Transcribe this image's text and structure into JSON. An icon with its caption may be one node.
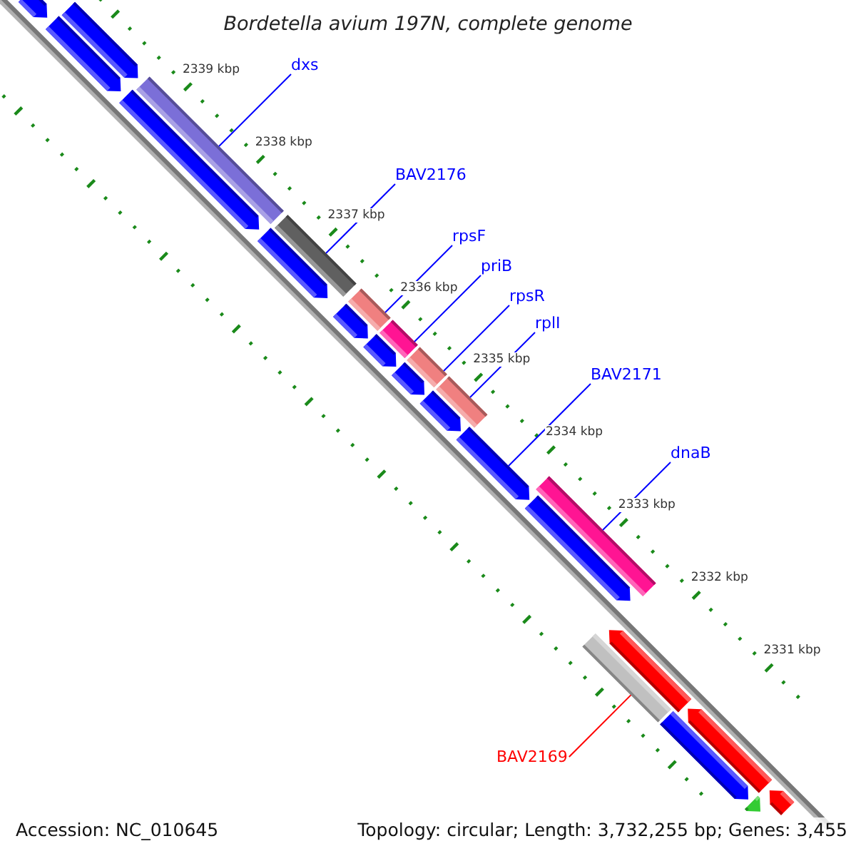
{
  "diagram": {
    "title": "Bordetella avium 197N, complete genome",
    "nodes": [
      {
        "text": [
          "dxs"
        ]
      },
      {
        "text": [
          "BAV2176"
        ]
      },
      {
        "text": [
          "rpsF"
        ]
      },
      {
        "text": [
          "priB"
        ]
      },
      {
        "text": [
          "rpsR"
        ]
      },
      {
        "text": [
          "rplI"
        ]
      },
      {
        "text": [
          "BAV2171"
        ]
      },
      {
        "text": [
          "dnaB"
        ]
      },
      {
        "text": [
          "BAV2169"
        ]
      },
      {
        "text": [],
        "shape": "arrow"
      },
      {
        "text": [],
        "shape": "arrow"
      },
      {
        "text": [],
        "shape": "arrow"
      },
      {
        "text": [],
        "shape": "arrow"
      },
      {
        "text": [],
        "shape": "bar"
      },
      {
        "text": [],
        "shape": "arrow"
      },
      {
        "text": [],
        "shape": "bar"
      },
      {
        "text": [],
        "shape": "arrow"
      },
      {
        "text": [],
        "shape": "bar"
      },
      {
        "text": [],
        "shape": "arrow"
      },
      {
        "text": [],
        "shape": "bar"
      },
      {
        "text": [],
        "shape": "arrow"
      },
      {
        "text": [],
        "shape": "bar"
      },
      {
        "text": [],
        "shape": "arrow"
      },
      {
        "text": [],
        "shape": "bar"
      },
      {
        "text": [],
        "shape": "arrow"
      },
      {
        "text": [],
        "shape": "bar"
      },
      {
        "text": [],
        "shape": "arrow"
      },
      {
        "text": [],
        "shape": "bar"
      },
      {
        "text": [],
        "shape": "arrow"
      },
      {
        "text": [],
        "shape": "arrow"
      },
      {
        "text": [],
        "shape": "arrow"
      },
      {
        "text": [],
        "shape": "arrow"
      },
      {
        "text": [],
        "shape": "arrow"
      }
    ],
    "edges": [
      {
        "from": 0,
        "to": 13,
        "arrow": "none"
      },
      {
        "from": 1,
        "to": 15,
        "arrow": "none"
      },
      {
        "from": 2,
        "to": 17,
        "arrow": "none"
      },
      {
        "from": 3,
        "to": 19,
        "arrow": "none"
      },
      {
        "from": 4,
        "to": 21,
        "arrow": "none"
      },
      {
        "from": 5,
        "to": 23,
        "arrow": "none"
      },
      {
        "from": 6,
        "to": 24,
        "arrow": "none"
      },
      {
        "from": 7,
        "to": 25,
        "arrow": "none"
      },
      {
        "from": 8,
        "to": 27,
        "arrow": "none",
        "color": "#ff0000"
      }
    ],
    "labels": [
      "2339 kbp",
      "2338 kbp",
      "2337 kbp",
      "2336 kbp",
      "2335 kbp",
      "2334 kbp",
      "2333 kbp",
      "2332 kbp",
      "2331 kbp",
      "Accession: NC_010645",
      "Topology: circular; Length: 3,732,255 bp; Genes: 3,455"
    ]
  }
}
